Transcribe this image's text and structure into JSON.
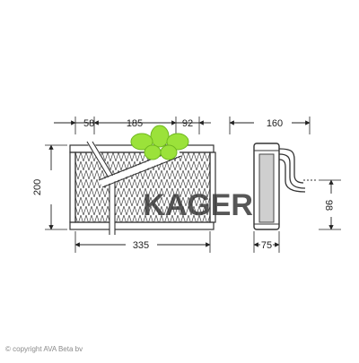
{
  "dimensions": {
    "left_offset": "58",
    "middle_span": "185",
    "right_offset": "92",
    "height": "200",
    "total_width": "335",
    "side_width": "160",
    "side_height": "98",
    "depth": "75"
  },
  "watermark": {
    "text": "KAGER",
    "colors": {
      "leaf": "#9be23a",
      "leaf_outline": "#6fb820",
      "text": "#3a3a3a"
    }
  },
  "copyright": "© copyright AVA Beta bv"
}
